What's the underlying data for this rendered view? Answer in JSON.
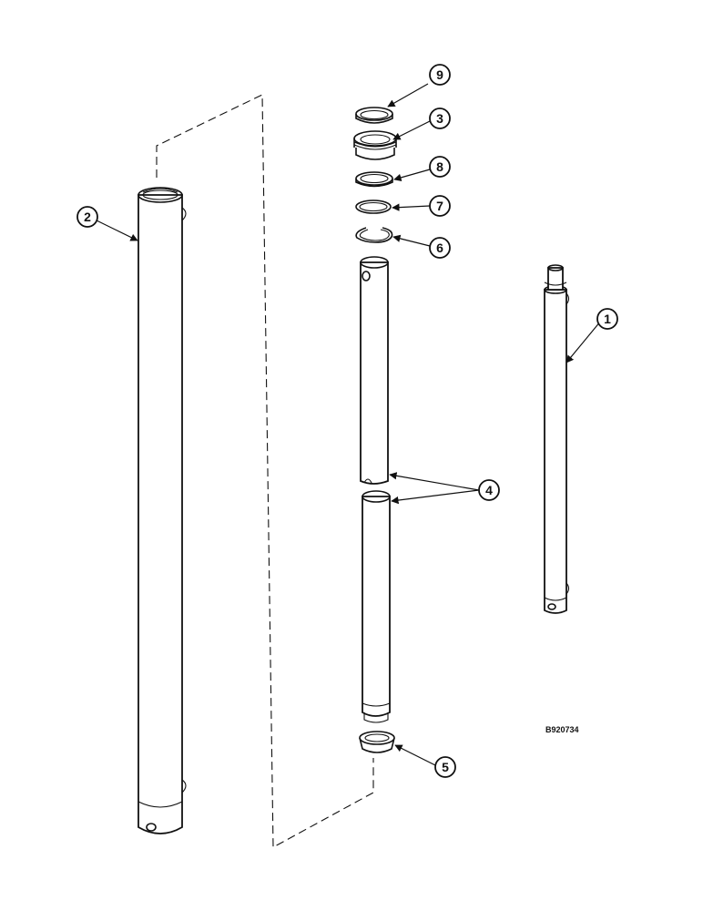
{
  "callouts": {
    "c1": "1",
    "c2": "2",
    "c3": "3",
    "c4": "4",
    "c5": "5",
    "c6": "6",
    "c7": "7",
    "c8": "8",
    "c9": "9"
  },
  "figure_id": "B920734",
  "colors": {
    "ink": "#111111",
    "paper": "#ffffff"
  }
}
